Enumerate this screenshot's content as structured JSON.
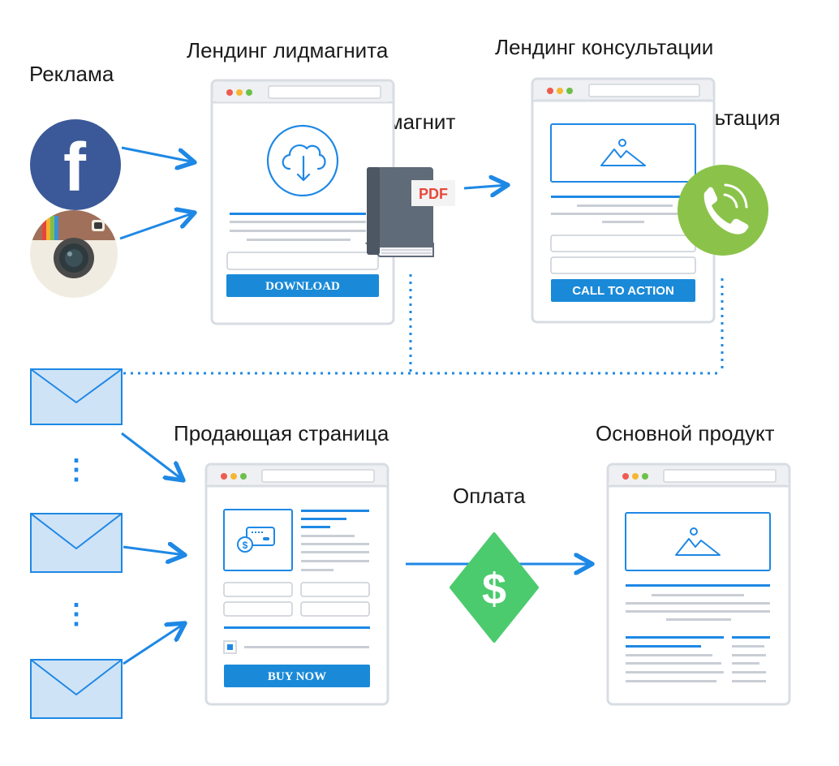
{
  "labels": {
    "ads": "Реклама",
    "leadmagnet_landing": "Лендинг лидмагнита",
    "leadmagnet": "Лидмагнит",
    "consult_landing": "Лендинг консультации",
    "consultation": "Консультация",
    "sales_page": "Продающая страница",
    "payment": "Оплата",
    "main_product": "Основной продукт"
  },
  "buttons": {
    "download": "DOWNLOAD",
    "call_to_action": "CALL TO ACTION",
    "buy_now": "BUY NOW"
  },
  "badges": {
    "pdf": "PDF",
    "facebook_letter": "f",
    "dollar": "$",
    "ellipsis_1": "⋮",
    "ellipsis_2": "⋮"
  },
  "colors": {
    "accent_blue": "#1e88e5",
    "button_blue": "#1a8ad8",
    "frame_gray": "#d8dde3",
    "line_gray": "#c9ced5",
    "facebook_blue": "#3b5998",
    "phone_green": "#8bc34a",
    "dollar_green": "#4ccb6e",
    "book_gray": "#5f6b78",
    "pdf_red": "#e8483b",
    "envelope_fill": "#cfe3f7",
    "envelope_stroke": "#1e88e5"
  },
  "icons": {
    "facebook": "facebook-icon",
    "instagram": "instagram-icon",
    "download_cloud": "cloud-download-icon",
    "book": "book-icon",
    "phone": "phone-icon",
    "image": "image-placeholder-icon",
    "envelope": "envelope-icon",
    "credit_card": "credit-card-icon",
    "dollar_diamond": "dollar-diamond-icon",
    "checkbox": "checkbox-icon"
  }
}
